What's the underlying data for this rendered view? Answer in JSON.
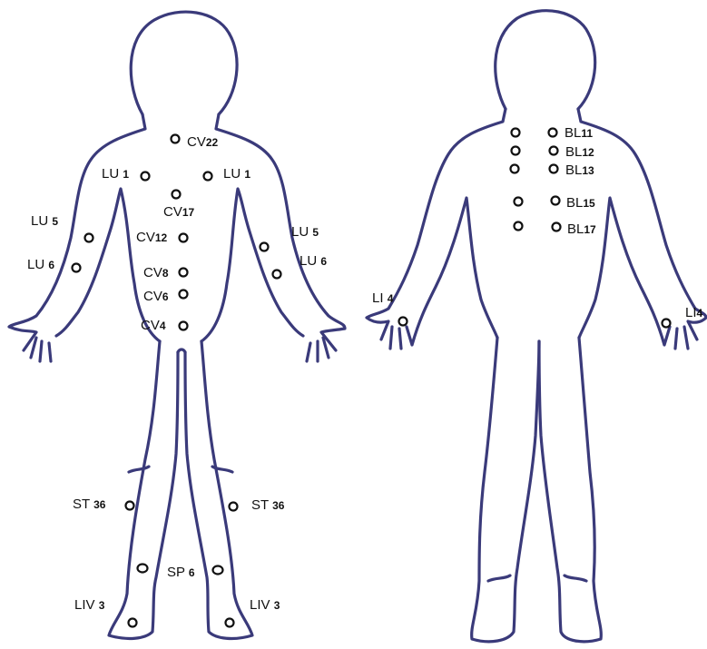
{
  "colors": {
    "outline": "#3a3a7a",
    "point": "#111111",
    "text": "#111111",
    "background": "#ffffff"
  },
  "labels": {
    "cv22": {
      "main": "CV",
      "sub": "22"
    },
    "lu1_l": {
      "main": "LU",
      "sub": "1"
    },
    "lu1_r": {
      "main": "LU",
      "sub": "1"
    },
    "cv17": {
      "main": "CV",
      "sub": "17"
    },
    "lu5_l": {
      "main": "LU",
      "sub": "5"
    },
    "lu6_l": {
      "main": "LU",
      "sub": "6"
    },
    "cv12": {
      "main": "CV",
      "sub": "12"
    },
    "lu5_r": {
      "main": "LU",
      "sub": "5"
    },
    "lu6_r": {
      "main": "LU",
      "sub": "6"
    },
    "cv8": {
      "main": "CV",
      "sub": "8"
    },
    "cv6": {
      "main": "CV",
      "sub": "6"
    },
    "cv4": {
      "main": "CV",
      "sub": "4"
    },
    "st36_l": {
      "main": "ST",
      "sub": "36"
    },
    "st36_r": {
      "main": "ST",
      "sub": "36"
    },
    "sp6": {
      "main": "SP",
      "sub": "6"
    },
    "liv3_l": {
      "main": "LIV",
      "sub": "3"
    },
    "liv3_r": {
      "main": "LIV",
      "sub": "3"
    },
    "bl11": {
      "main": "BL",
      "sub": "11"
    },
    "bl12": {
      "main": "BL",
      "sub": "12"
    },
    "bl13": {
      "main": "BL",
      "sub": "13"
    },
    "bl15": {
      "main": "BL",
      "sub": "15"
    },
    "bl17": {
      "main": "BL",
      "sub": "17"
    },
    "li4_l": {
      "main": "LI",
      "sub": "4"
    },
    "li4_r": {
      "main": "LI",
      "sub": "4"
    }
  }
}
